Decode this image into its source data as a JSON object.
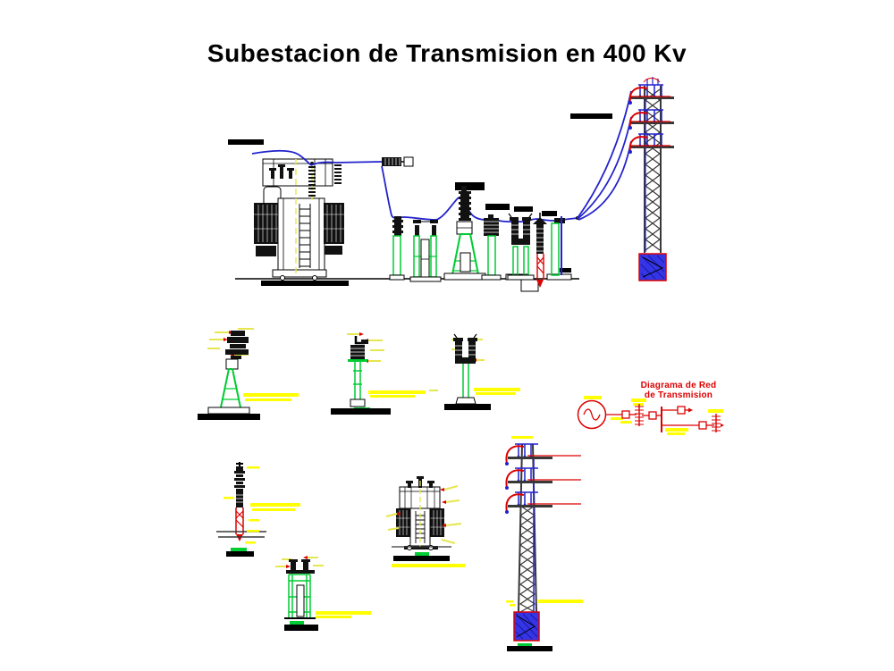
{
  "title": {
    "text": "Subestacion de Transmision en 400 Kv"
  },
  "network_diagram": {
    "title_line1": "Diagrama de Red",
    "title_line2": "de Transmision"
  },
  "colors": {
    "background": "#ffffff",
    "ink_black": "#000000",
    "conductor_blue": "#2222cc",
    "structure_green": "#00cc33",
    "annotation_yellow": "#ffff00",
    "diagram_red": "#dd0000",
    "steel_gray": "#383838",
    "foundation_blue": "#3535e8",
    "centerline_yellow": "#e6e650"
  }
}
